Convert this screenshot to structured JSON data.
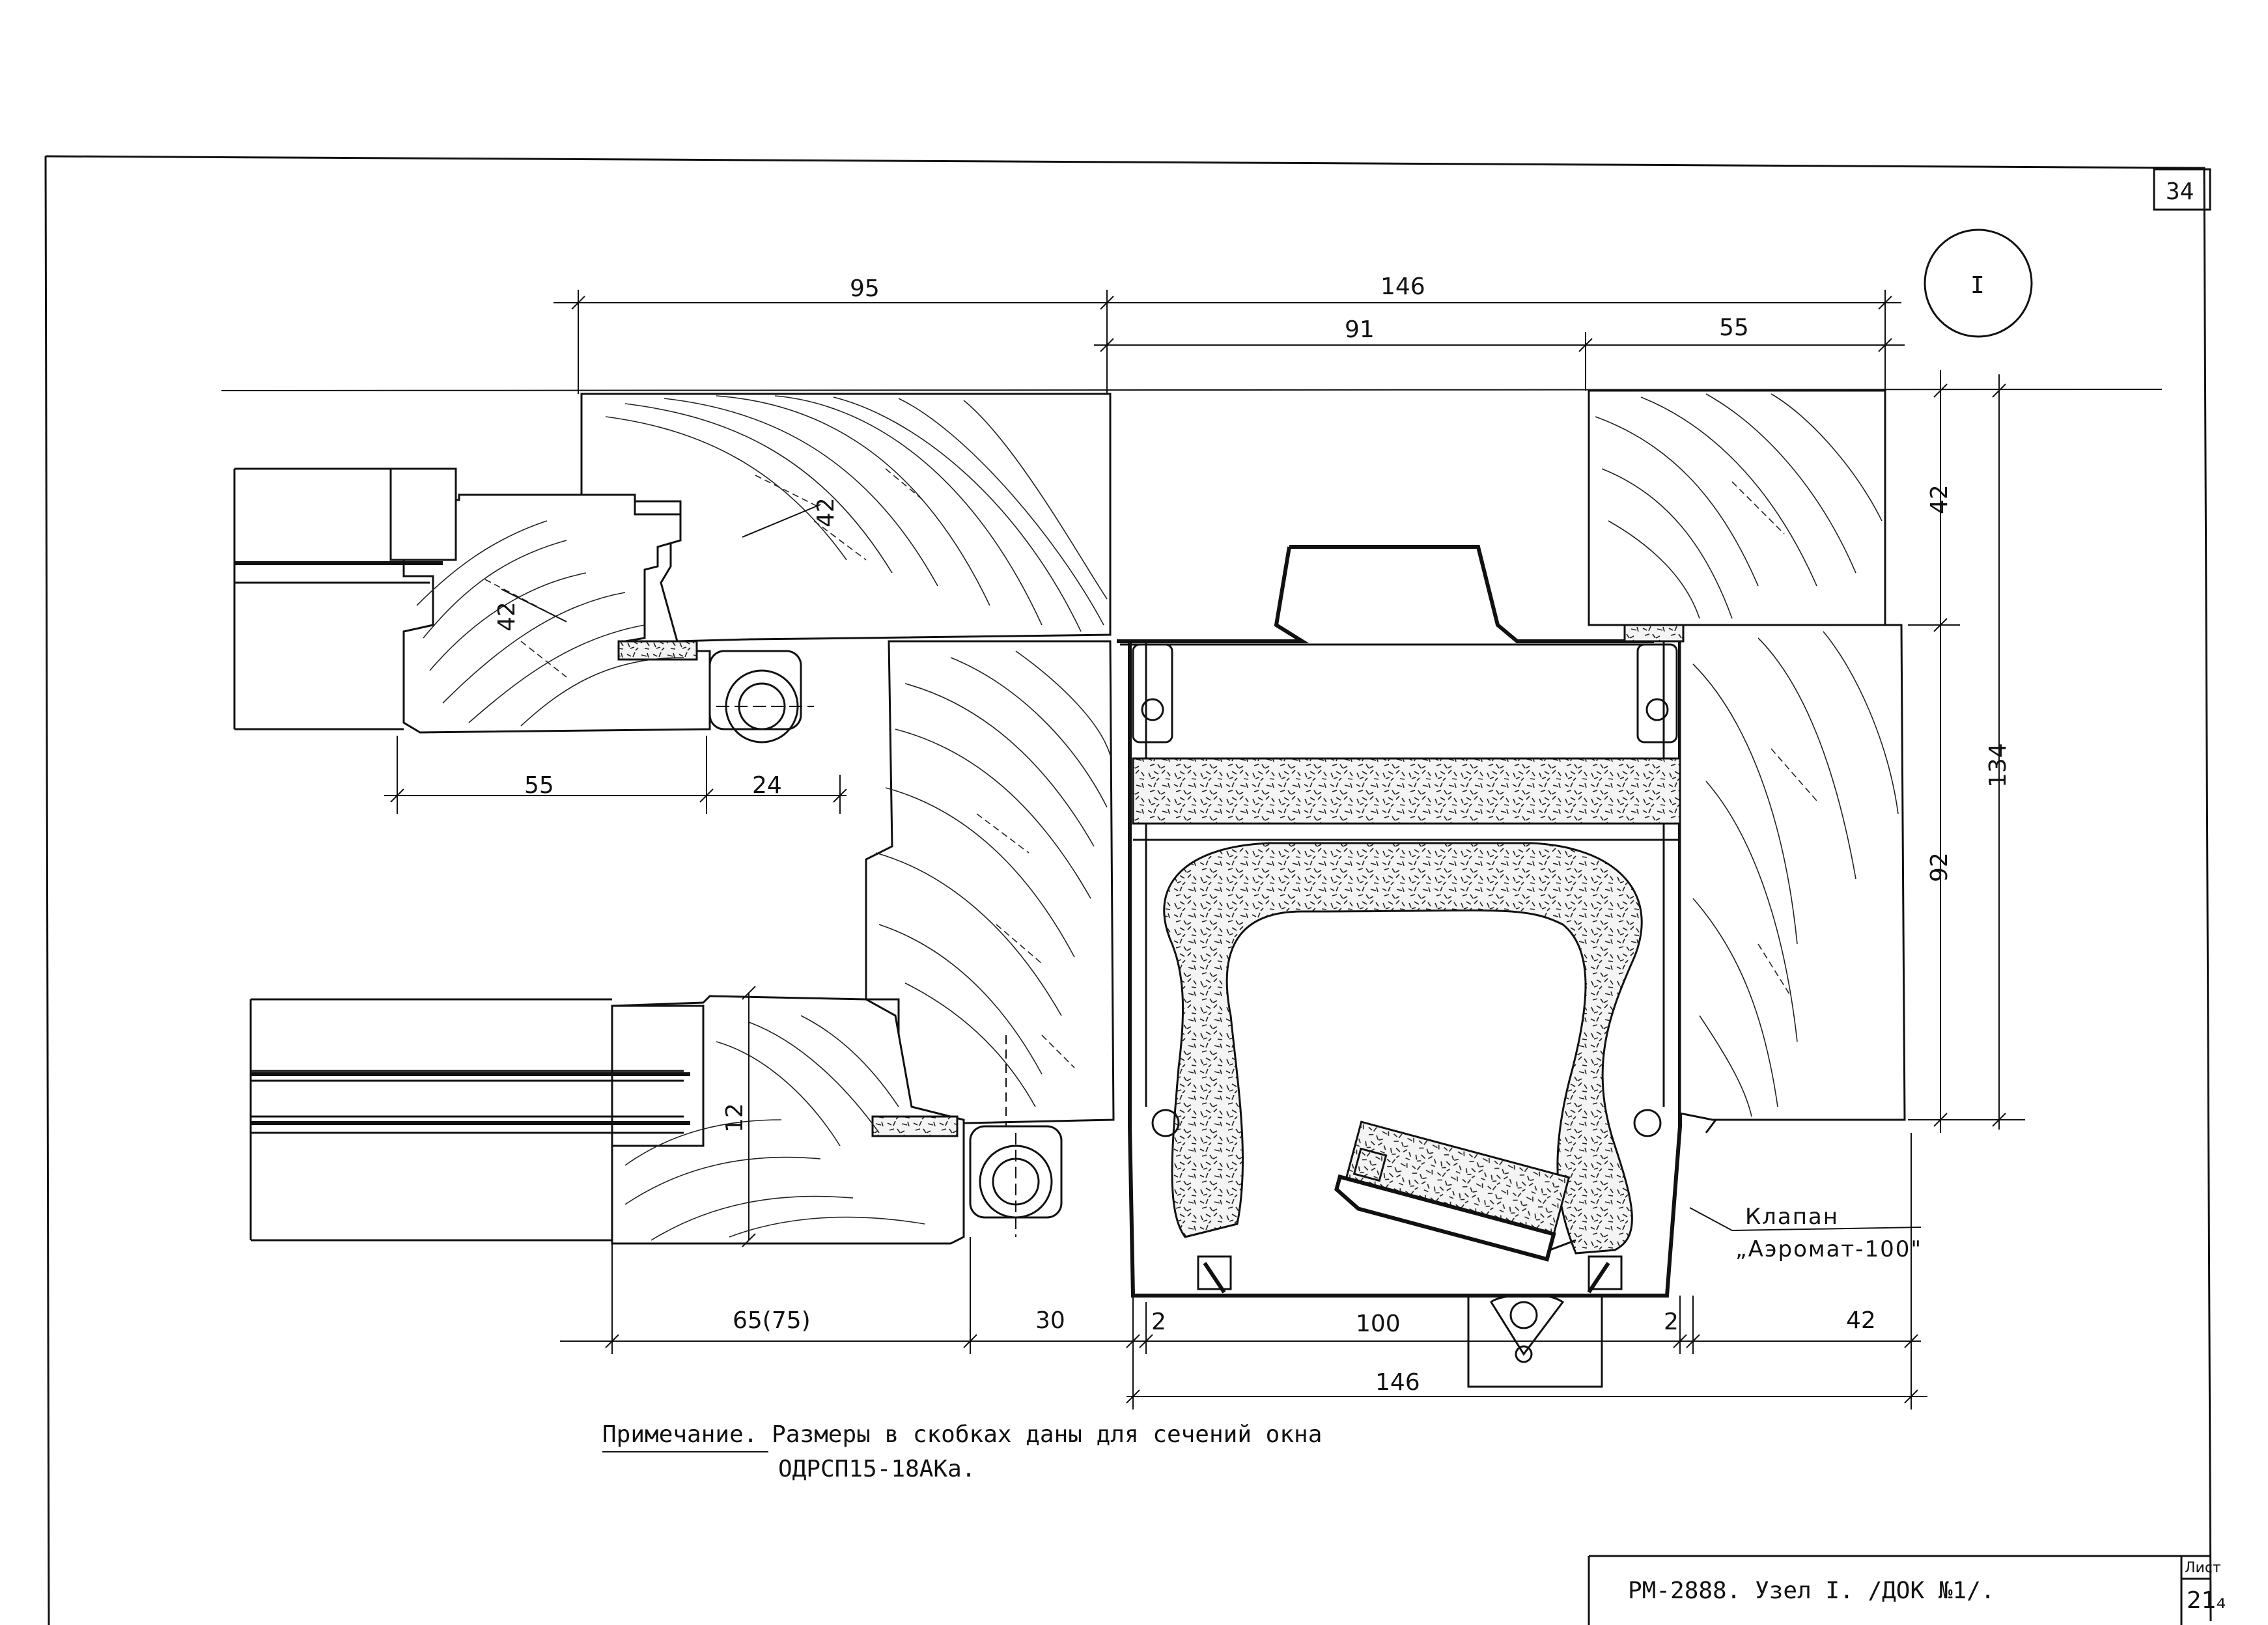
{
  "sheet": {
    "page_number": "34",
    "node_marker": "I"
  },
  "dimensions": {
    "top": {
      "d95": "95",
      "d146": "146",
      "d91": "91",
      "d55": "55"
    },
    "right": {
      "d42": "42",
      "d92": "92",
      "d134": "134"
    },
    "left_sash": {
      "d42_vertical_a": "42",
      "d42_vertical_b": "42",
      "d55": "55",
      "d24": "24",
      "d12": "12"
    },
    "bottom": {
      "d65_75": "65(75)",
      "d30": "30",
      "d2_left": "2",
      "d100": "100",
      "d2_right": "2",
      "d42": "42",
      "d146": "146"
    }
  },
  "labels": {
    "valve_line1": "Клапан",
    "valve_line2": "„Аэромат-100\""
  },
  "note": {
    "prefix": "Примечание.",
    "text": " Размеры в скобках даны для сечений окна",
    "line2": "ОДРСП15-18АКа."
  },
  "title_block": {
    "title": "РМ-2888. Узел I. /ДОК №1/.",
    "sheet_label": "Лист",
    "sheet_number": "21₄"
  }
}
